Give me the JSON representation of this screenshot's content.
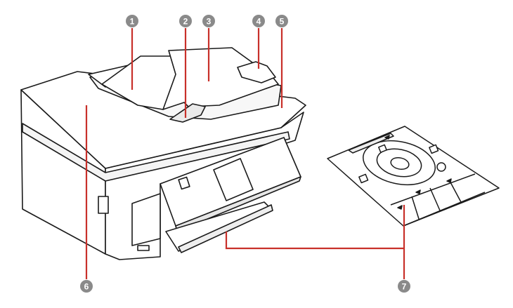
{
  "callouts": [
    {
      "label": "1"
    },
    {
      "label": "2"
    },
    {
      "label": "3"
    },
    {
      "label": "4"
    },
    {
      "label": "5"
    },
    {
      "label": "6"
    },
    {
      "label": "7"
    }
  ],
  "colors": {
    "leader": "#c8302a",
    "badge": "#8a8a8a",
    "outline": "#1a1a1a",
    "body": "#ffffff"
  }
}
